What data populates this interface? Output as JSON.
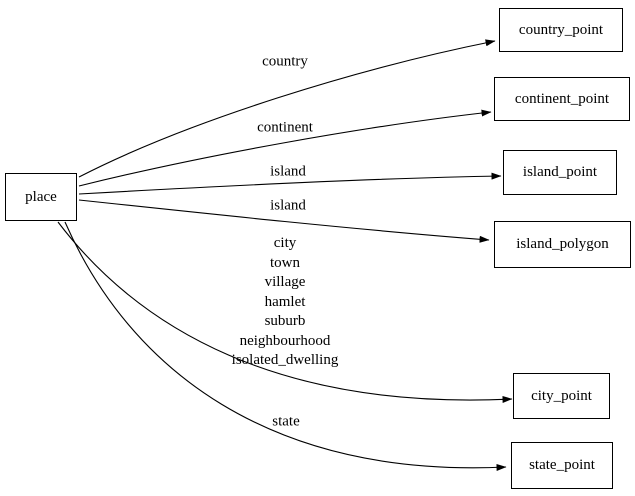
{
  "diagram": {
    "type": "directed-graph",
    "background_color": "#ffffff",
    "stroke_color": "#000000",
    "text_color": "#000000"
  },
  "nodes": [
    {
      "id": "place",
      "label": "place"
    },
    {
      "id": "country_point",
      "label": "country_point"
    },
    {
      "id": "continent_point",
      "label": "continent_point"
    },
    {
      "id": "island_point",
      "label": "island_point"
    },
    {
      "id": "island_polygon",
      "label": "island_polygon"
    },
    {
      "id": "city_point",
      "label": "city_point"
    },
    {
      "id": "state_point",
      "label": "state_point"
    }
  ],
  "edges": [
    {
      "from": "place",
      "to": "country_point",
      "label": "country"
    },
    {
      "from": "place",
      "to": "continent_point",
      "label": "continent"
    },
    {
      "from": "place",
      "to": "island_point",
      "label": "island"
    },
    {
      "from": "place",
      "to": "island_polygon",
      "label": "island"
    },
    {
      "from": "place",
      "to": "city_point",
      "label_lines": [
        "city",
        "town",
        "village",
        "hamlet",
        "suburb",
        "neighbourhood",
        "isolated_dwelling"
      ]
    },
    {
      "from": "place",
      "to": "state_point",
      "label": "state"
    }
  ]
}
